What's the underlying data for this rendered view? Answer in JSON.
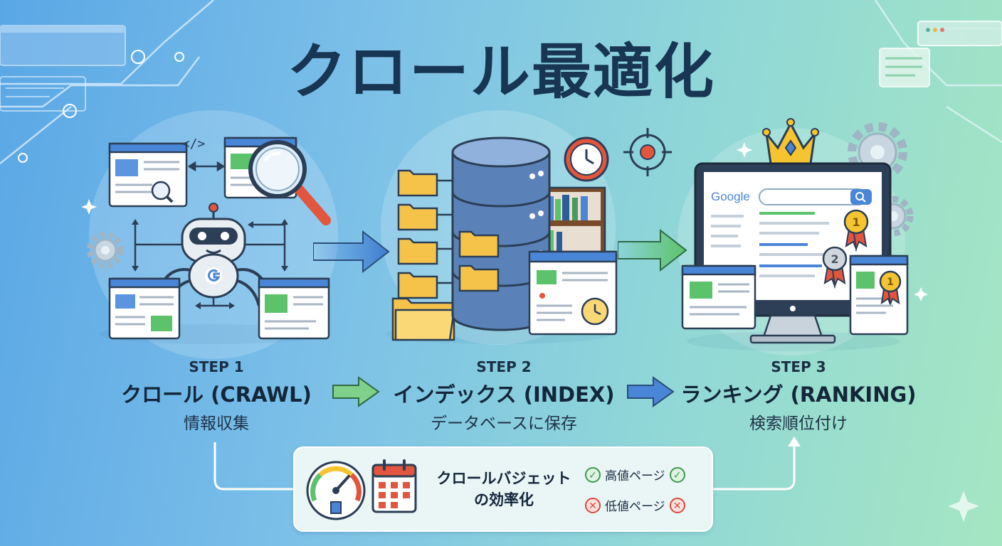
{
  "title": "クロール最適化",
  "steps": [
    {
      "step": "STEP 1",
      "name": "クロール (CRAWL)",
      "desc": "情報収集"
    },
    {
      "step": "STEP 2",
      "name": "インデックス (INDEX)",
      "desc": "データベースに保存"
    },
    {
      "step": "STEP 3",
      "name": "ランキング (RANKING)",
      "desc": "検索順位付け"
    }
  ],
  "budget": {
    "title_line1": "クロールバジェット",
    "title_line2": "の効率化",
    "high": "高値ページ",
    "low": "低値ページ"
  },
  "search": {
    "logo": "Google"
  },
  "badges": {
    "first": "1",
    "second": "2",
    "third": "1"
  },
  "code_tag": "</>",
  "colors": {
    "title": "#183653",
    "accent_blue": "#4a86d8",
    "accent_green": "#5cc26b",
    "ok": "#3d9a4e",
    "ng": "#d8493f"
  },
  "icons": [
    "robot-icon",
    "magnifier-icon",
    "database-icon",
    "folder-icon",
    "clock-icon",
    "lightning-icon",
    "target-icon",
    "crown-icon",
    "medal-icon",
    "gear-icon",
    "gauge-icon",
    "calendar-icon",
    "check-icon",
    "cross-icon"
  ]
}
